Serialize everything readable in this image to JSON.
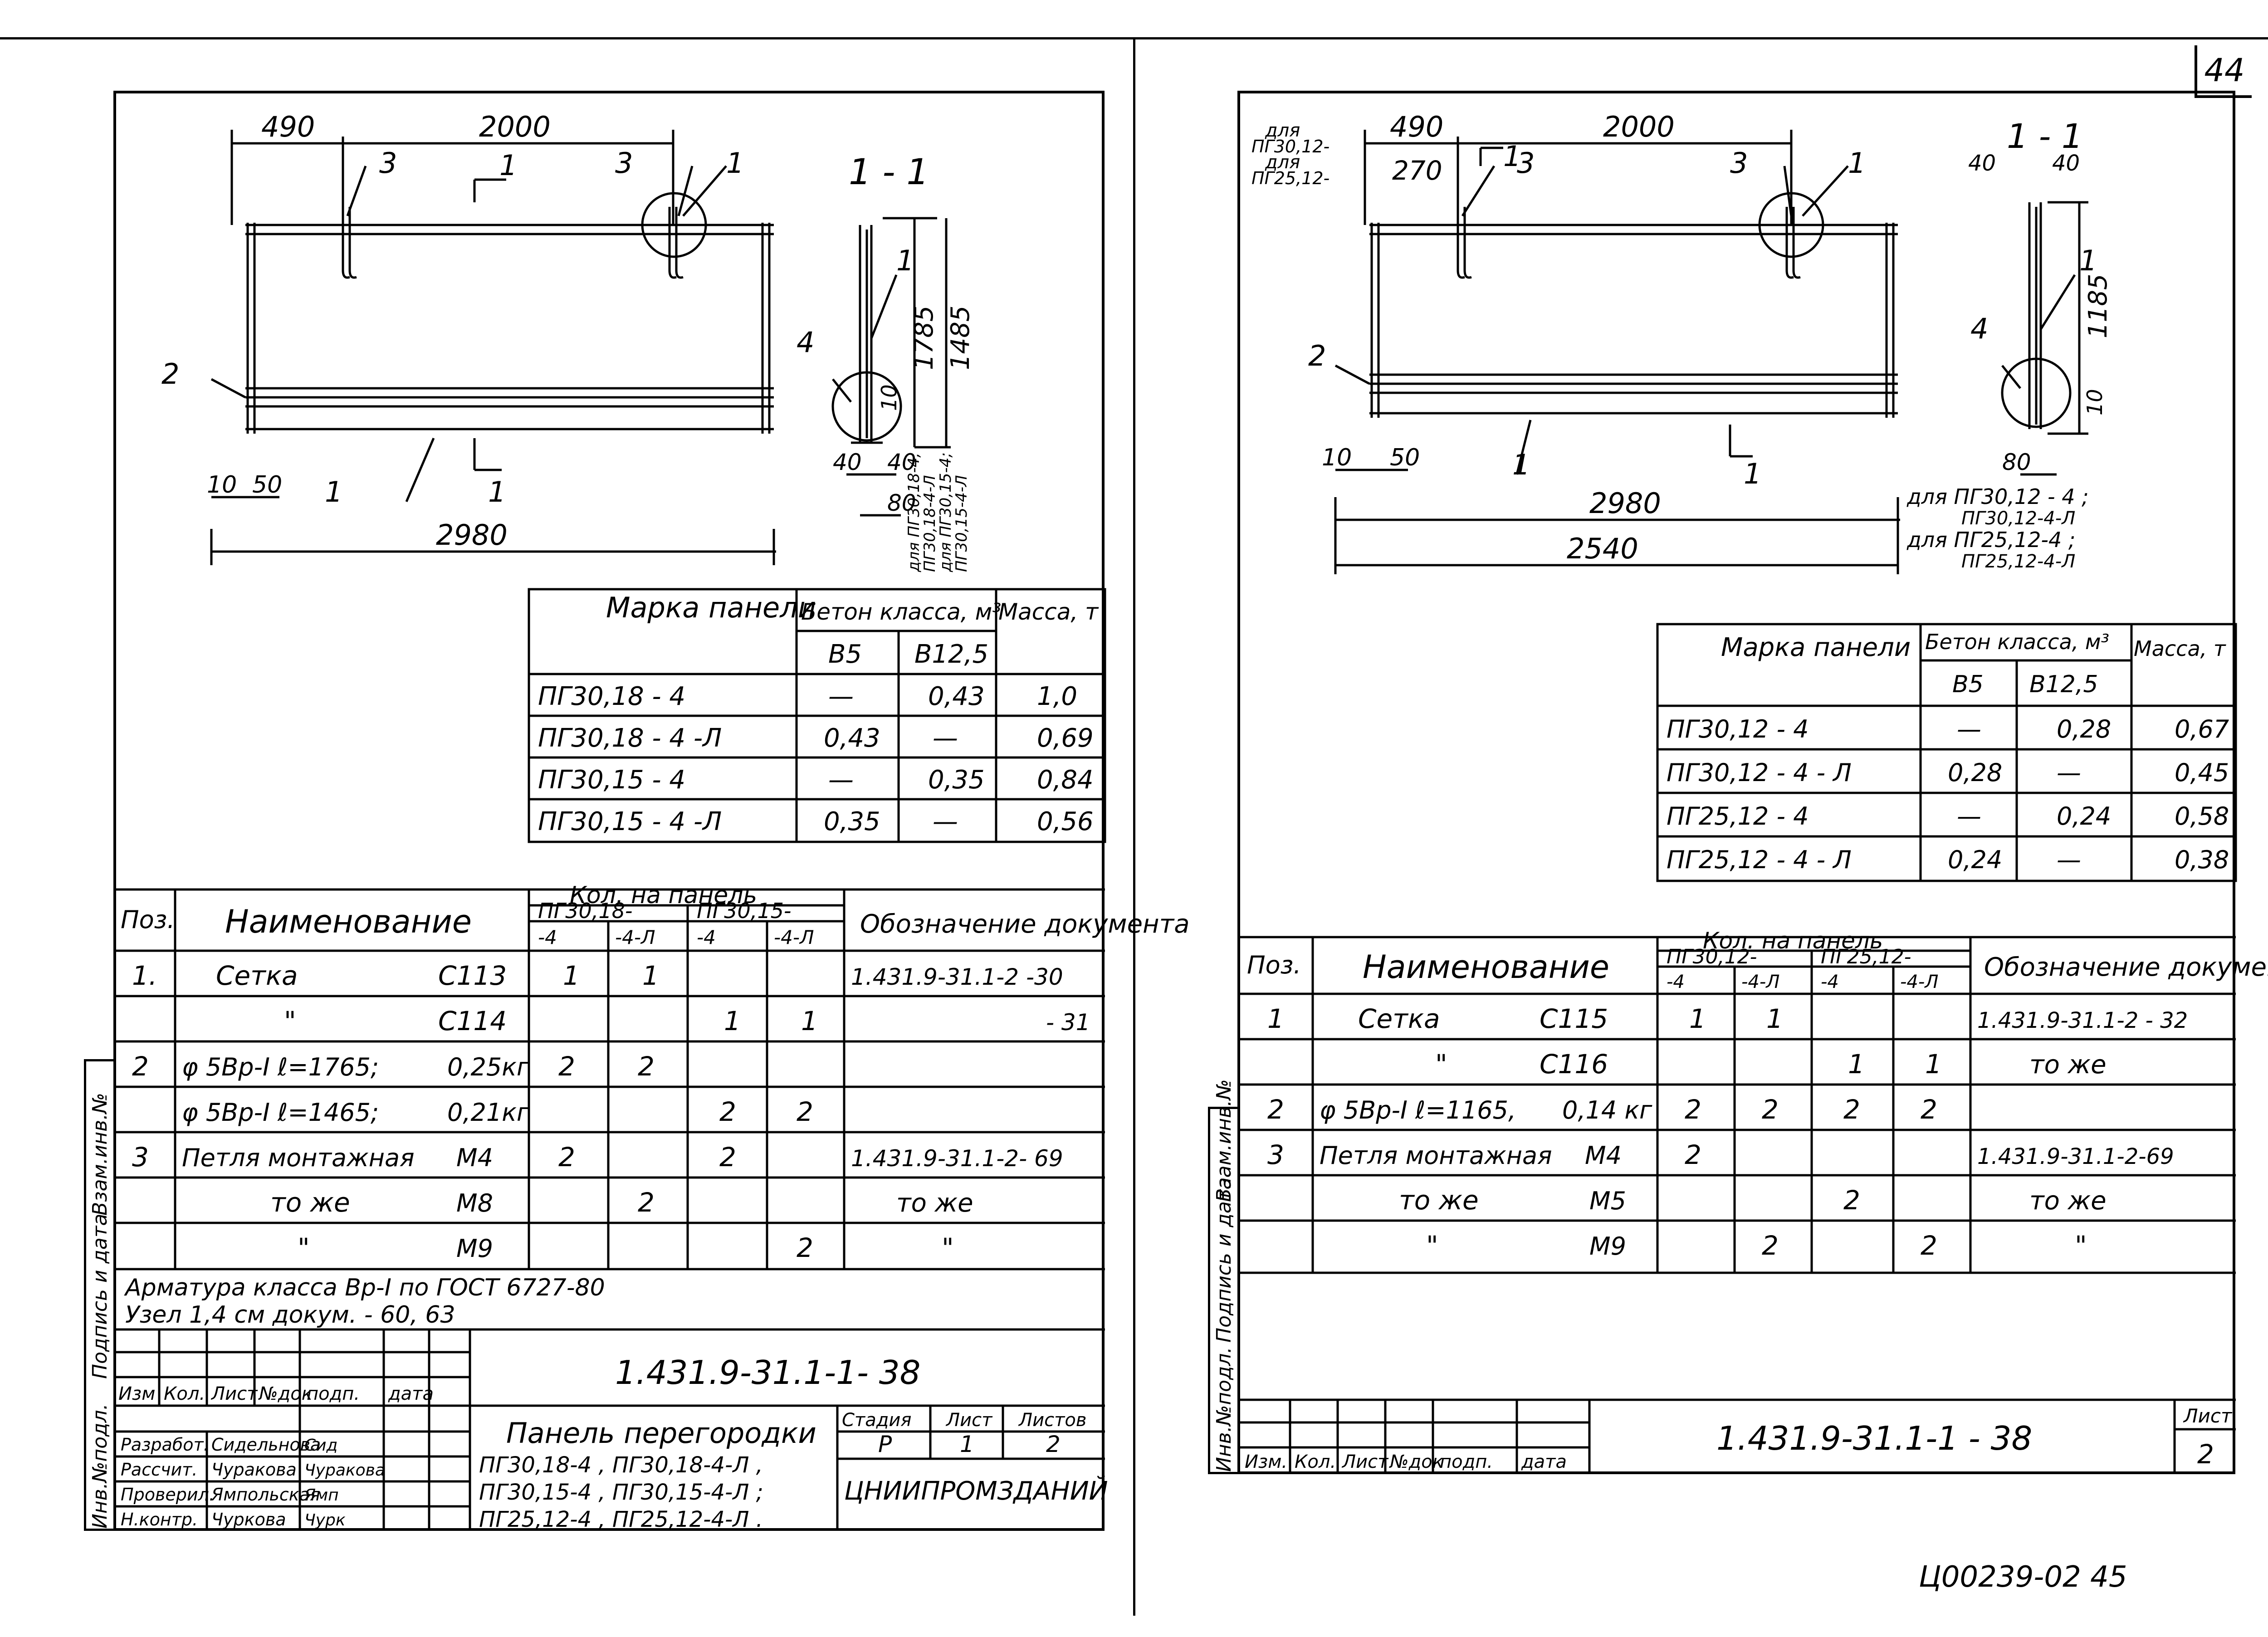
{
  "page_number": "44",
  "footnote_code": "Ц00239-02   45",
  "left": {
    "dims": {
      "d490": "490",
      "d2000": "2000",
      "d2980": "2980",
      "d10": "10",
      "d50": "50",
      "d40a": "40",
      "d40b": "40",
      "d80": "80",
      "d10s": "10",
      "d1785": "1785",
      "d1485": "1485"
    },
    "callouts": {
      "c1": "1",
      "c2": "2",
      "c3": "3",
      "c4": "4",
      "section_mark": "1"
    },
    "section_title": "1 - 1",
    "section_notes": [
      "для ПГ30,18-4;",
      "ПГ30,18-4-Л",
      "для ПГ30,15-4;",
      "ПГ30,15-4-Л"
    ],
    "mass_table": {
      "h_mark": "Марка панели",
      "h_concrete": "Бетон класса, м³",
      "h_b5": "В5",
      "h_b125": "В12,5",
      "h_mass": "Масса, т",
      "rows": [
        [
          "ПГ30,18 - 4",
          "—",
          "0,43",
          "1,0"
        ],
        [
          "ПГ30,18 - 4 -Л",
          "0,43",
          "—",
          "0,69"
        ],
        [
          "ПГ30,15 - 4",
          "—",
          "0,35",
          "0,84"
        ],
        [
          "ПГ30,15 - 4 -Л",
          "0,35",
          "—",
          "0,56"
        ]
      ]
    },
    "spec_table": {
      "h_pos": "Поз.",
      "h_name": "Наименование",
      "h_qty": "Кол. на панель",
      "h_g1": "ПГ30,18-",
      "h_g2": "ПГ30,15-",
      "h_s1": "-4",
      "h_s2": "-4-Л",
      "h_s3": "-4",
      "h_s4": "-4-Л",
      "h_doc": "Обозначение документа",
      "rows": [
        [
          "1.",
          "Сетка",
          "С113",
          "1",
          "1",
          "",
          "",
          "1.431.9-31.1-2 -30"
        ],
        [
          "",
          "\"",
          "С114",
          "",
          "",
          "1",
          "1",
          "- 31"
        ],
        [
          "2",
          "φ 5Вр-I  ℓ=1765;",
          "0,25кг",
          "2",
          "2",
          "",
          "",
          ""
        ],
        [
          "",
          "φ 5Вр-I  ℓ=1465;",
          "0,21кг",
          "",
          "",
          "2",
          "2",
          ""
        ],
        [
          "3",
          "Петля монтажная",
          "М4",
          "2",
          "",
          "2",
          "",
          "1.431.9-31.1-2- 69"
        ],
        [
          "",
          "то же",
          "М8",
          "",
          "2",
          "",
          "",
          "то же"
        ],
        [
          "",
          "\"",
          "М9",
          "",
          "",
          "",
          "2",
          "\""
        ]
      ]
    },
    "notes": [
      "Арматура класса Вр-I по ГОСТ 6727-80",
      "Узел 1,4 см докум. - 60, 63"
    ],
    "title_block": {
      "code": "1.431.9-31.1-1- 38",
      "rev_headers": [
        "Изм",
        "Кол.",
        "Лист",
        "№док",
        "подп.",
        "дата"
      ],
      "roles": [
        "Разработ.",
        "Рассчит.",
        "Проверил.",
        "Н.контр."
      ],
      "names": [
        "Сидельнова",
        "Чуракова",
        "Ямпольская",
        "Чуркова"
      ],
      "signs": [
        "Сид",
        "Чуракова",
        "Ямп",
        "Чурк"
      ],
      "title_lines": [
        "Панель   перегородки",
        "ПГ30,18-4  , ПГ30,18-4-Л ,",
        "ПГ30,15-4  , ПГ30,15-4-Л ;",
        "ПГ25,12-4  , ПГ25,12-4-Л ."
      ],
      "h_stage": "Стадия",
      "h_sheet": "Лист",
      "h_sheets": "Листов",
      "stage": "Р",
      "sheet": "1",
      "sheets": "2",
      "org": "ЦНИИПРОМЗДАНИЙ"
    },
    "side_labels": [
      "Инв.№подл.",
      "Подпись и дата",
      "Взам.инв.№"
    ]
  },
  "right": {
    "dims": {
      "d490": "490",
      "d2000": "2000",
      "d270": "270",
      "d2980": "2980",
      "d2540": "2540",
      "d10": "10",
      "d50": "50",
      "d40a": "40",
      "d40b": "40",
      "d80": "80",
      "d10s": "10",
      "d1185": "1185"
    },
    "for_labels": [
      "для",
      "ПГ30,12-",
      "для",
      "ПГ25,12-"
    ],
    "callouts": {
      "c1": "1",
      "c2": "2",
      "c3": "3",
      "c4": "4",
      "section_mark": "1"
    },
    "section_title": "1 - 1",
    "section_notes": [
      "для ПГ30,12 - 4  ;",
      "ПГ30,12-4-Л",
      "для ПГ25,12-4 ;",
      "ПГ25,12-4-Л"
    ],
    "mass_table": {
      "h_mark": "Марка панели",
      "h_concrete": "Бетон класса, м³",
      "h_b5": "В5",
      "h_b125": "В12,5",
      "h_mass": "Масса, т",
      "rows": [
        [
          "ПГ30,12 - 4",
          "—",
          "0,28",
          "0,67"
        ],
        [
          "ПГ30,12 - 4 - Л",
          "0,28",
          "—",
          "0,45"
        ],
        [
          "ПГ25,12 - 4",
          "—",
          "0,24",
          "0,58"
        ],
        [
          "ПГ25,12 - 4 - Л",
          "0,24",
          "—",
          "0,38"
        ]
      ]
    },
    "spec_table": {
      "h_pos": "Поз.",
      "h_name": "Наименование",
      "h_qty": "Кол. на панель",
      "h_g1": "ПГ30,12-",
      "h_g2": "ПГ25,12-",
      "h_s1": "-4",
      "h_s2": "-4-Л",
      "h_s3": "-4",
      "h_s4": "-4-Л",
      "h_doc": "Обозначение документа",
      "rows": [
        [
          "1",
          "Сетка",
          "С115",
          "1",
          "1",
          "",
          "",
          "1.431.9-31.1-2 - 32"
        ],
        [
          "",
          "\"",
          "С116",
          "",
          "",
          "1",
          "1",
          "то же"
        ],
        [
          "2",
          "φ 5Вр-I  ℓ=1165,",
          "0,14 кг",
          "2",
          "2",
          "2",
          "2",
          ""
        ],
        [
          "3",
          "Петля монтажная",
          "М4",
          "2",
          "",
          "",
          "",
          "1.431.9-31.1-2-69"
        ],
        [
          "",
          "то же",
          "М5",
          "",
          "",
          "2",
          "",
          "то же"
        ],
        [
          "",
          "\"",
          "М9",
          "",
          "2",
          "",
          "2",
          "\""
        ]
      ]
    },
    "title_block": {
      "code": "1.431.9-31.1-1  - 38",
      "rev_headers": [
        "Изм.",
        "Кол.",
        "Лист",
        "№док",
        "подп.",
        "дата"
      ],
      "h_sheet": "Лист",
      "sheet": "2"
    },
    "side_labels": [
      "Инв.№подл.",
      "Подпись и дата",
      "Взам.инв.№"
    ]
  }
}
